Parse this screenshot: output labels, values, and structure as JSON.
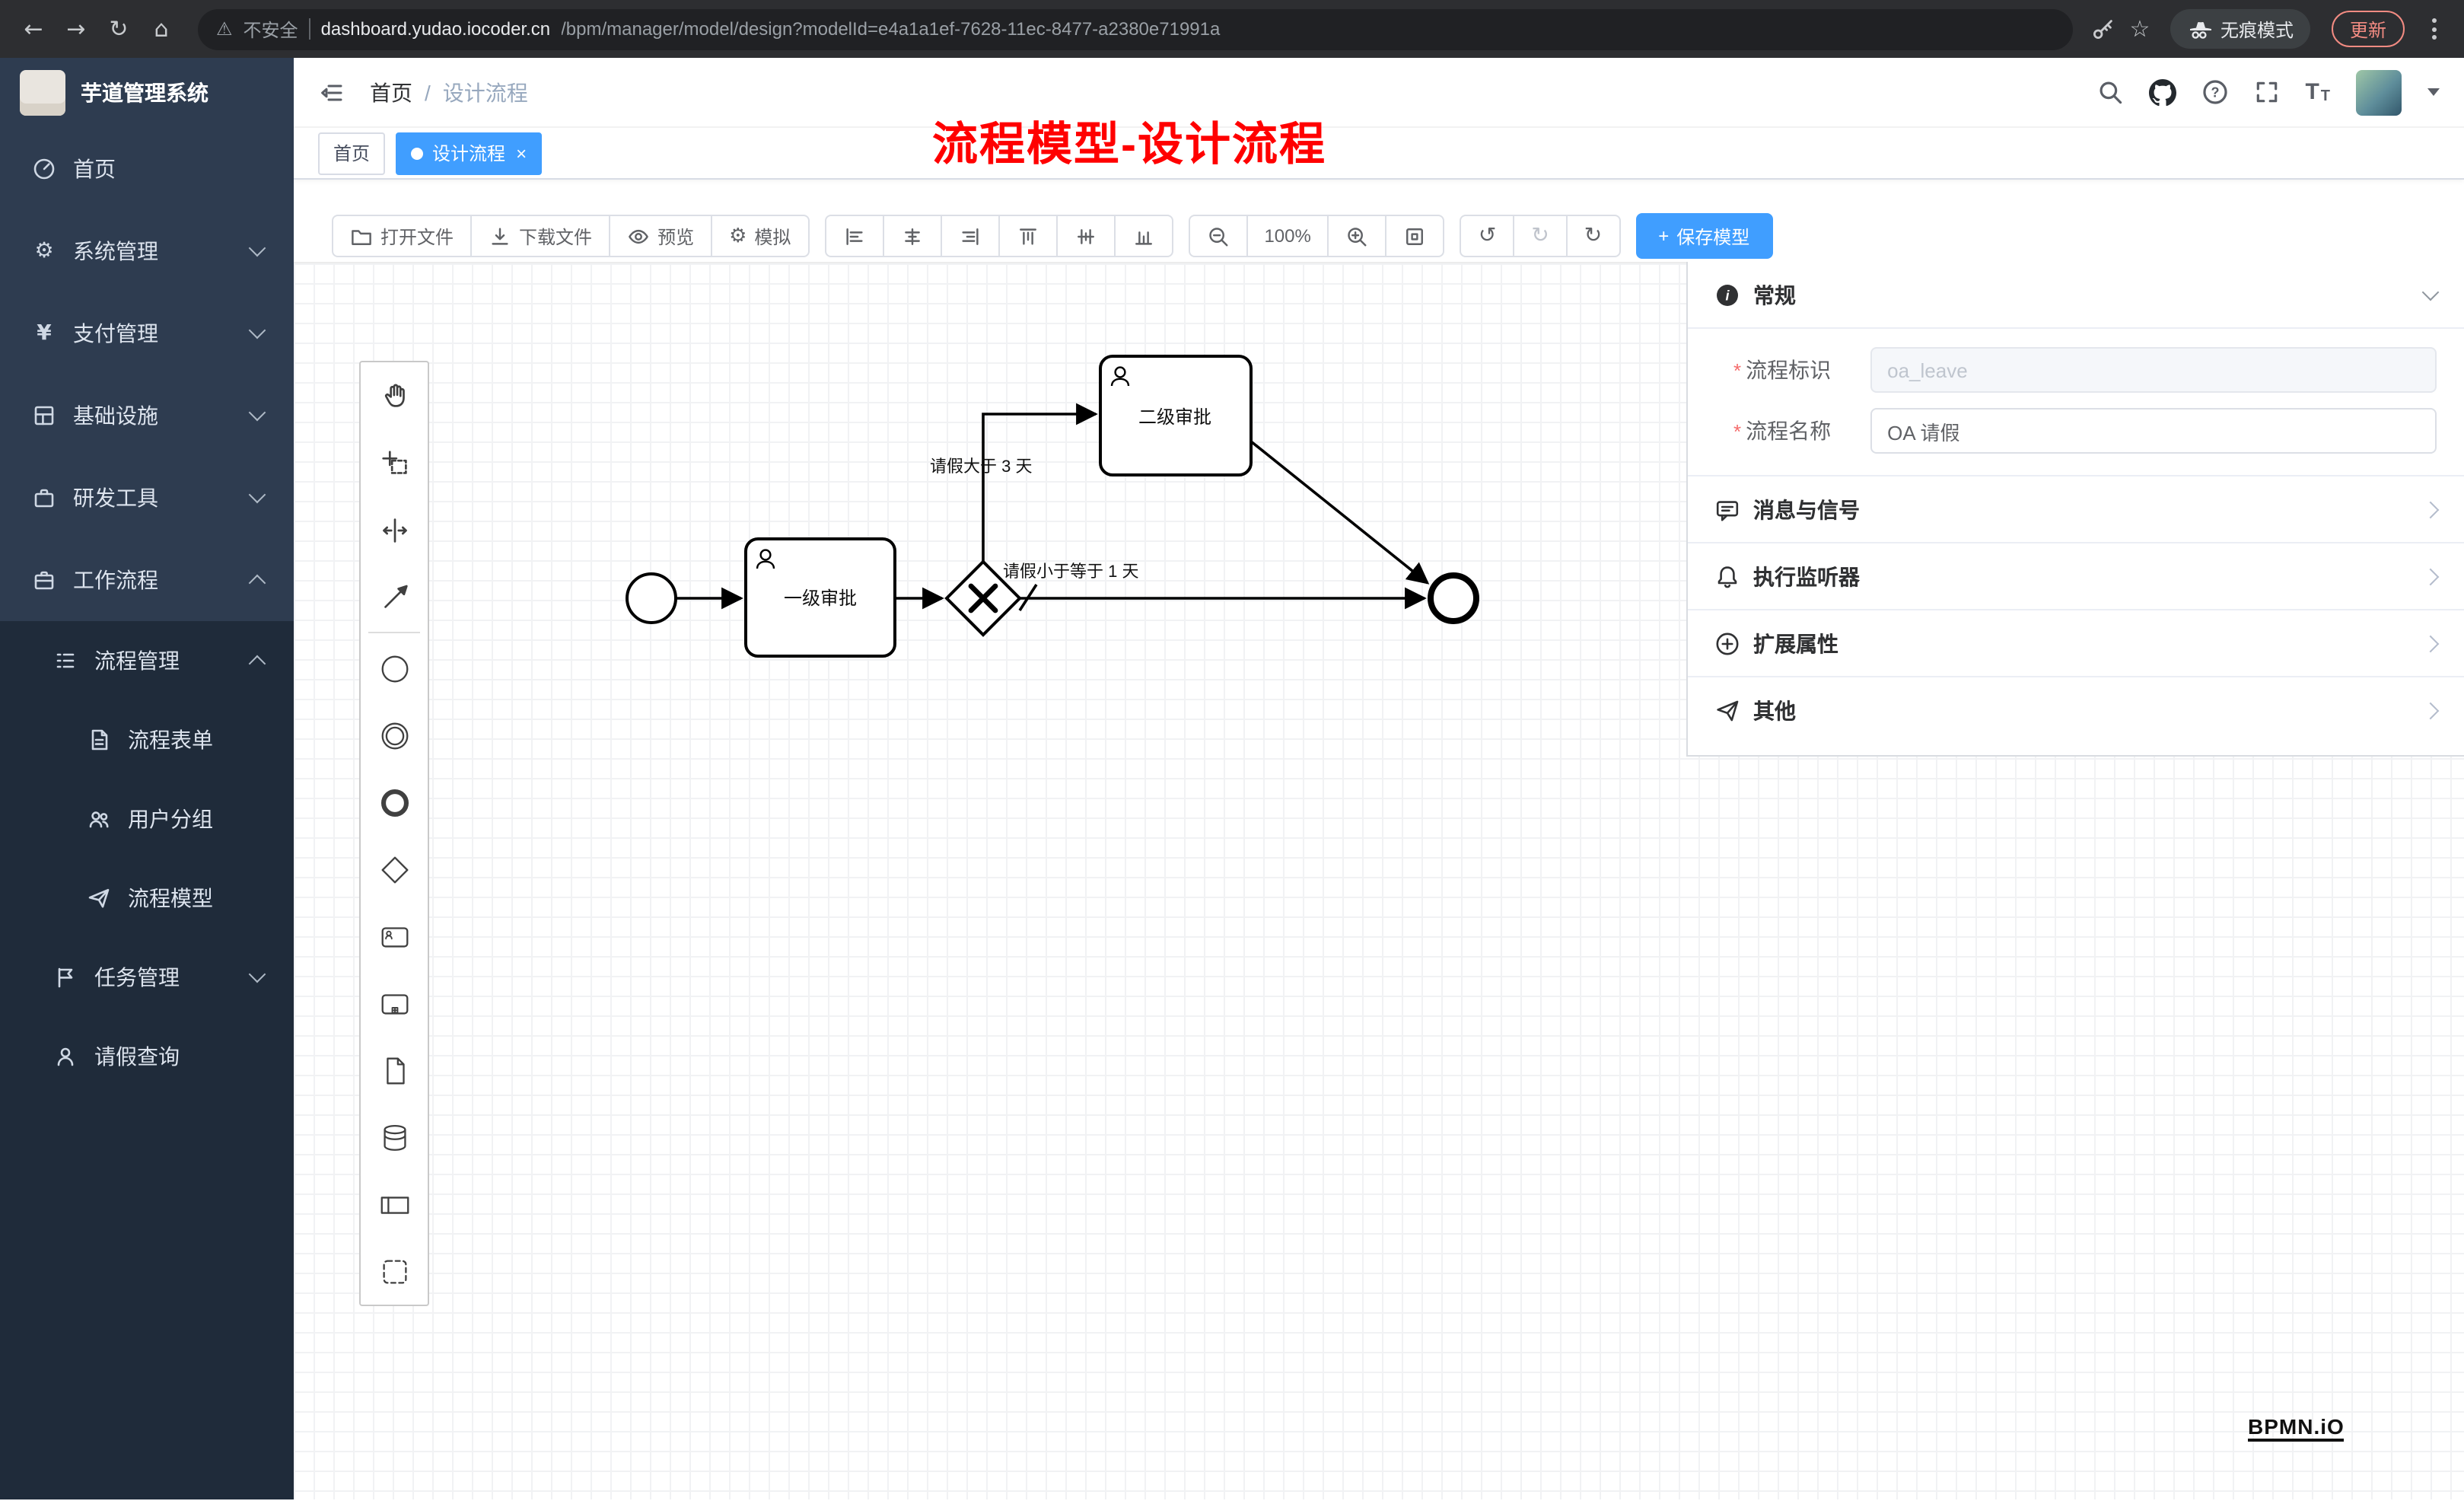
{
  "browser": {
    "security_label": "不安全",
    "url_host": "dashboard.yudao.iocoder.cn",
    "url_path": "/bpm/manager/model/design?modelId=e4a1a1ef-7628-11ec-8477-a2380e71991a",
    "incognito_label": "无痕模式",
    "update_label": "更新"
  },
  "icons": {
    "back": "←",
    "forward": "→",
    "reload": "↻",
    "home": "⌂",
    "warning": "⚠",
    "star": "☆",
    "gear": "⚙",
    "yen": "¥",
    "undo": "↺",
    "redo": "↻",
    "refresh": "↻",
    "close": "×",
    "plus": "+",
    "asterisk": "*",
    "question": "?"
  },
  "sidebar": {
    "app_title": "芋道管理系统",
    "menu": [
      {
        "label": "首页"
      },
      {
        "label": "系统管理"
      },
      {
        "label": "支付管理"
      },
      {
        "label": "基础设施"
      },
      {
        "label": "研发工具"
      },
      {
        "label": "工作流程"
      }
    ],
    "submenu": [
      {
        "label": "流程管理"
      },
      {
        "label": "流程表单"
      },
      {
        "label": "用户分组"
      },
      {
        "label": "流程模型"
      },
      {
        "label": "任务管理"
      },
      {
        "label": "请假查询"
      }
    ]
  },
  "header": {
    "breadcrumb_home": "首页",
    "breadcrumb_sep": "/",
    "breadcrumb_current": "设计流程",
    "font_tool_label": "T"
  },
  "tabs": [
    {
      "label": "首页"
    },
    {
      "label": "设计流程"
    }
  ],
  "annotation": {
    "text": "流程模型-设计流程",
    "color": "#ff0000"
  },
  "toolbar": {
    "open": "打开文件",
    "download": "下载文件",
    "preview": "预览",
    "simulate": "模拟",
    "zoom": "100%",
    "save": "保存模型"
  },
  "canvas": {
    "task1": "一级审批",
    "task2": "二级审批",
    "label_gt": "请假大于 3 天",
    "label_lte": "请假小于等于 1 天",
    "watermark": "BPMN.iO"
  },
  "panel": {
    "general_title": "常规",
    "field_key_label": "流程标识",
    "field_key_value": "oa_leave",
    "field_name_label": "流程名称",
    "field_name_value": "OA 请假",
    "sections": [
      {
        "label": "消息与信号"
      },
      {
        "label": "执行监听器"
      },
      {
        "label": "扩展属性"
      },
      {
        "label": "其他"
      }
    ]
  },
  "colors": {
    "accent": "#409eff",
    "annotation_red": "#ff0000",
    "sidebar_bg": "#2e3c50",
    "submenu_bg": "#1f2b3a",
    "browser_bar_bg": "#2d2e31"
  }
}
